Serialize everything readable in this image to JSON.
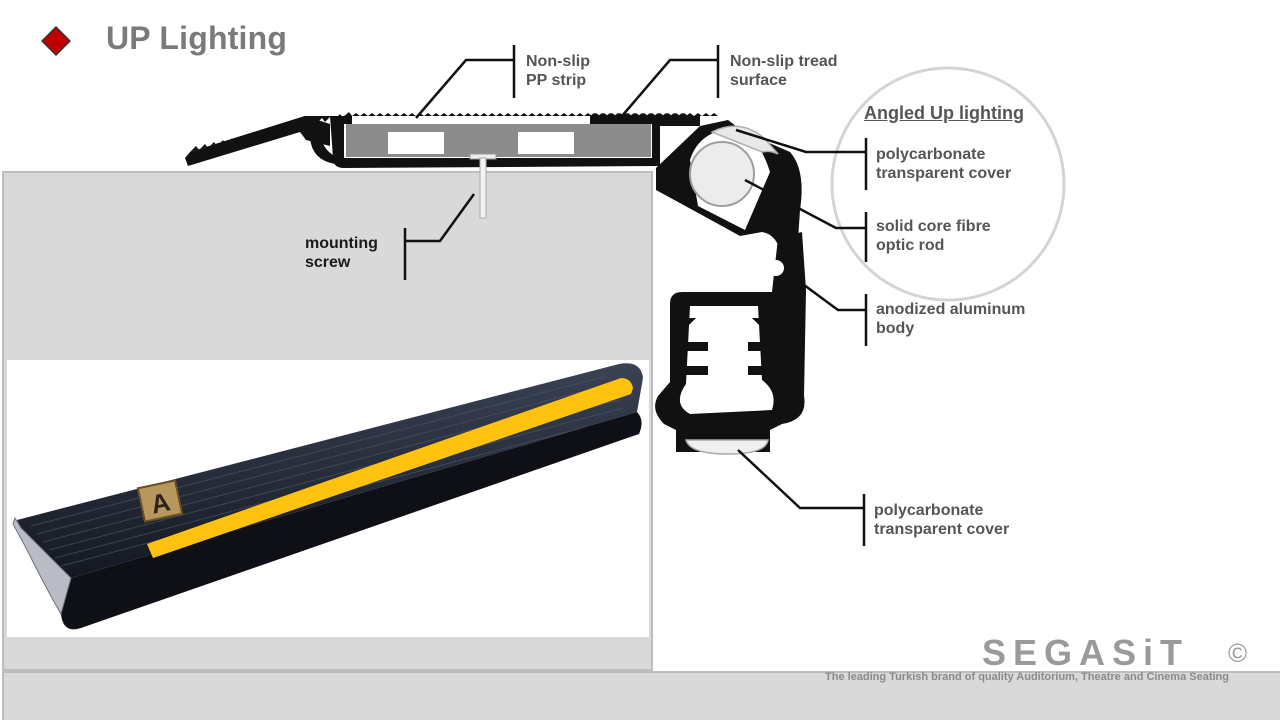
{
  "header": {
    "title": "UP Lighting",
    "marker_color": "#c00000"
  },
  "callouts": {
    "non_slip_pp_strip": {
      "line1": "Non-slip",
      "line2": "PP strip"
    },
    "non_slip_tread": {
      "line1": "Non-slip tread",
      "line2": "surface"
    },
    "mounting_screw": {
      "line1": "mounting",
      "line2": "screw"
    },
    "angled_up_lighting": "Angled Up lighting",
    "polycarbonate_cover_top": {
      "line1": "polycarbonate",
      "line2": "transparent cover"
    },
    "fibre_optic_rod": {
      "line1": "solid core fibre",
      "line2": "optic rod"
    },
    "aluminum_body": {
      "line1": "anodized aluminum",
      "line2": "body"
    },
    "polycarbonate_cover_bottom": {
      "line1": "polycarbonate",
      "line2": "transparent cover"
    }
  },
  "photo": {
    "badge_letter": "A",
    "light_color": "#ffc20e",
    "body_color": "#1c1f2a"
  },
  "brand": {
    "logo": "SEGASiT",
    "copyright": "©",
    "tagline": "The leading  Turkish  brand of quality Auditorium, Theatre and Cinema Seating"
  }
}
